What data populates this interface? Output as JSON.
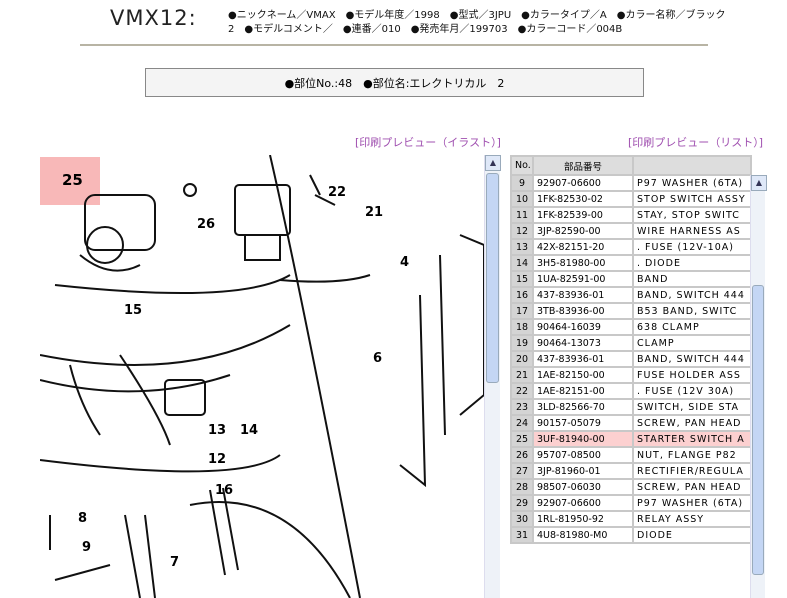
{
  "header": {
    "model": "VMX12:",
    "info_line1": "●ニックネーム／VMAX　●モデル年度／1998　●型式／3JPU　●カラータイプ／A　●カラー名称／ブラック",
    "info_line2": "2　●モデルコメント／　●連番／010　●発売年月／199703　●カラーコード／004B"
  },
  "part": {
    "text": "●部位No.:48　●部位名:エレクトリカル　2"
  },
  "links": {
    "illust": "[印刷プレビュー（イラスト）]",
    "list": "[印刷プレビュー（リスト）]"
  },
  "illustration": {
    "callouts": [
      "25",
      "26",
      "22",
      "21",
      "4",
      "15",
      "6",
      "13",
      "14",
      "12",
      "16",
      "8",
      "9",
      "7"
    ],
    "highlight": "25"
  },
  "table": {
    "headers": [
      "No.",
      "部品番号",
      ""
    ],
    "selected": "25",
    "rows": [
      [
        "9",
        "92907-06600",
        "P97 WASHER (6TA)"
      ],
      [
        "10",
        "1FK-82530-02",
        "STOP SWITCH ASSY"
      ],
      [
        "11",
        "1FK-82539-00",
        "STAY, STOP SWITC"
      ],
      [
        "12",
        "3JP-82590-00",
        "WIRE HARNESS AS"
      ],
      [
        "13",
        "42X-82151-20",
        ". FUSE (12V-10A)"
      ],
      [
        "14",
        "3H5-81980-00",
        ". DIODE"
      ],
      [
        "15",
        "1UA-82591-00",
        "BAND"
      ],
      [
        "16",
        "437-83936-01",
        "BAND, SWITCH 444"
      ],
      [
        "17",
        "3TB-83936-00",
        "B53 BAND, SWITC"
      ],
      [
        "18",
        "90464-16039",
        "638 CLAMP"
      ],
      [
        "19",
        "90464-13073",
        "CLAMP"
      ],
      [
        "20",
        "437-83936-01",
        "BAND, SWITCH 444"
      ],
      [
        "21",
        "1AE-82150-00",
        "FUSE HOLDER ASS"
      ],
      [
        "22",
        "1AE-82151-00",
        ". FUSE (12V 30A)"
      ],
      [
        "23",
        "3LD-82566-70",
        "SWITCH, SIDE STA"
      ],
      [
        "24",
        "90157-05079",
        "SCREW, PAN HEAD"
      ],
      [
        "25",
        "3UF-81940-00",
        "STARTER SWITCH A"
      ],
      [
        "26",
        "95707-08500",
        "NUT, FLANGE P82"
      ],
      [
        "27",
        "3JP-81960-01",
        "RECTIFIER/REGULA"
      ],
      [
        "28",
        "98507-06030",
        "SCREW, PAN HEAD"
      ],
      [
        "29",
        "92907-06600",
        "P97 WASHER (6TA)"
      ],
      [
        "30",
        "1RL-81950-92",
        "RELAY ASSY"
      ],
      [
        "31",
        "4U8-81980-M0",
        "DIODE"
      ]
    ]
  }
}
